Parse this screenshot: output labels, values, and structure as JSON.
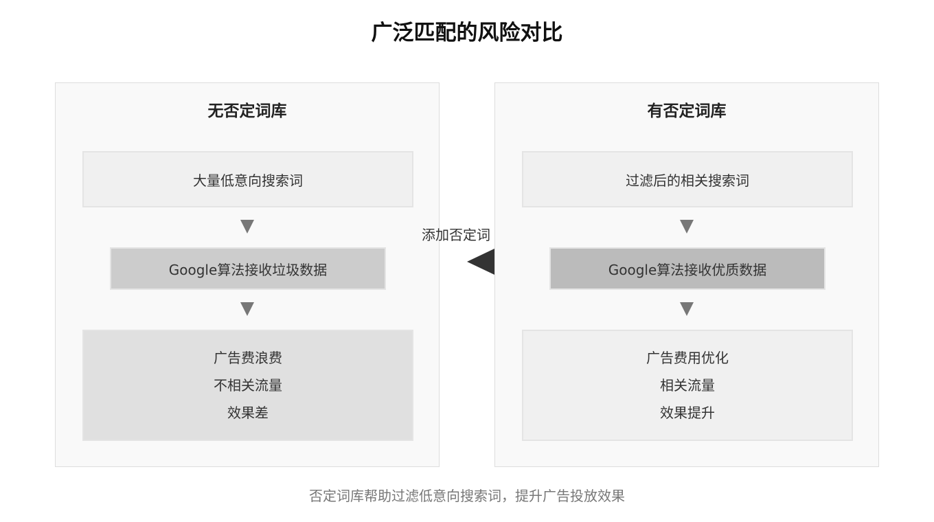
{
  "title": "广泛匹配的风险对比",
  "left_panel": {
    "title": "无否定词库",
    "top_box": "大量低意向搜索词",
    "middle_box": "Google算法接收垃圾数据",
    "bottom_box": [
      "广告费浪费",
      "不相关流量",
      "效果差"
    ]
  },
  "right_panel": {
    "title": "有否定词库",
    "top_box": "过滤后的相关搜索词",
    "middle_box": "Google算法接收优质数据",
    "bottom_box": [
      "广告费用优化",
      "相关流量",
      "效果提升"
    ]
  },
  "connector": {
    "label": "添加否定词",
    "arrow_icon": "left-triangle-arrow-icon"
  },
  "flow_arrow_icon": "down-triangle-arrow-icon",
  "caption": "否定词库帮助过滤低意向搜索词，提升广告投放效果",
  "colors": {
    "panel_background": "#f9f9f9",
    "panel_border": "#dddddd",
    "left_middle_box": "#cccccc",
    "right_middle_box": "#bbbbbb",
    "left_bottom_box": "#e0e0e0",
    "right_bottom_box": "#f0f0f0",
    "flow_arrow": "#777777",
    "connector_arrow": "#333333",
    "caption_text": "#777777"
  }
}
